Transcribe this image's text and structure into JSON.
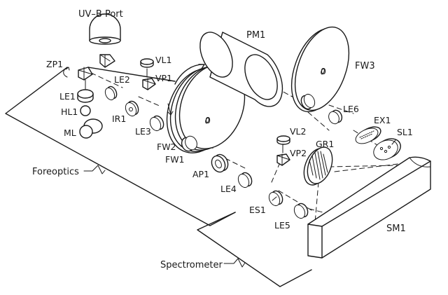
{
  "labels": {
    "uvb_port": "UV–B Port",
    "pm1": "PM1",
    "fw3": "FW3",
    "vl1": "VL1",
    "vp1": "VP1",
    "zp1": "ZP1",
    "le1": "LE1",
    "le2": "LE2",
    "hl1": "HL1",
    "ml": "ML",
    "ir1": "IR1",
    "le3": "LE3",
    "fw2": "FW2",
    "fw1": "FW1",
    "ap1": "AP1",
    "le4": "LE4",
    "le6": "LE6",
    "ex1": "EX1",
    "sl1": "SL1",
    "vl2": "VL2",
    "vp2": "VP2",
    "gr1": "GR1",
    "es1": "ES1",
    "le5": "LE5",
    "sm1": "SM1",
    "foreoptics": "Foreoptics",
    "spectrometer": "Spectrometer"
  },
  "wheel_marks": {
    "fw1_mark": "0",
    "fw3_mark": "0"
  },
  "colors": {
    "ink": "#1a1a1a",
    "background": "#ffffff"
  }
}
